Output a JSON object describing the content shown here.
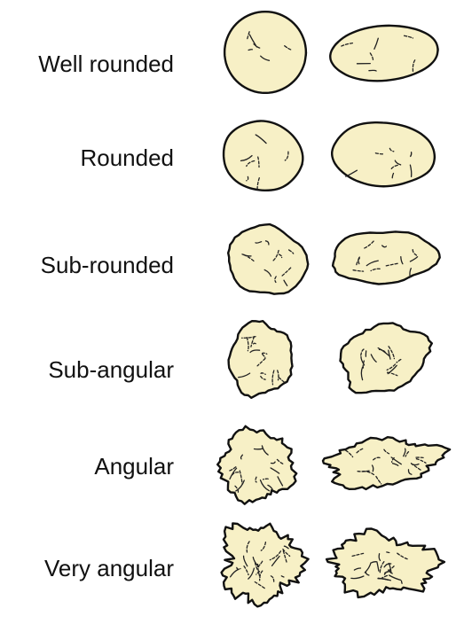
{
  "rows": [
    {
      "label": "Well rounded"
    },
    {
      "label": "Rounded"
    },
    {
      "label": "Sub-rounded"
    },
    {
      "label": "Sub-angular"
    },
    {
      "label": "Angular"
    },
    {
      "label": "Very angular"
    }
  ],
  "colors": {
    "grain_fill": "#f7f0c6",
    "outline": "#111111"
  }
}
